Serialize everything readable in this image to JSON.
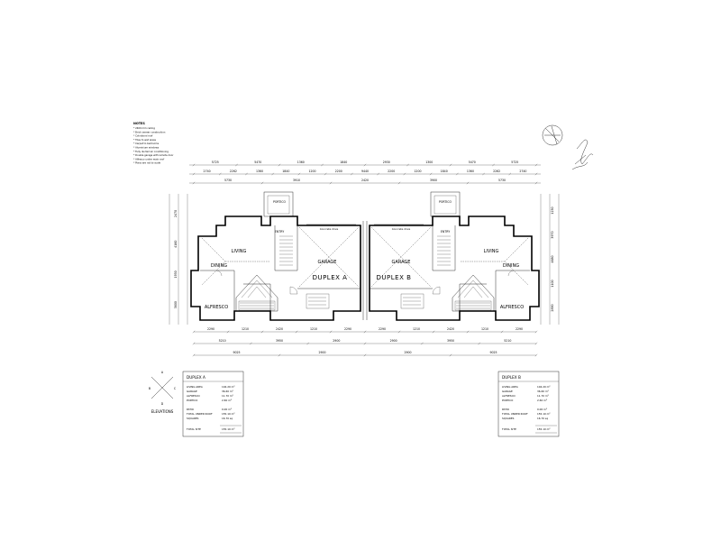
{
  "notes": {
    "heading": "NOTES",
    "lines": [
      "* 2400 mm ceiling",
      "* Brick veneer construction",
      "* Colorbond roof",
      "* Tiles to wet areas",
      "* Carpet to bedrooms",
      "* Aluminium windows",
      "* Fully ducted air conditioning",
      "* Double garage with remote door",
      "* Alfresco under main roof",
      "* Plans are not to scale"
    ]
  },
  "units": {
    "a_name": "DUPLEX A",
    "b_name": "DUPLEX B"
  },
  "rooms": {
    "living": "LIVING",
    "dining": "DINING",
    "garage": "GARAGE",
    "alfresco": "ALFRESCO",
    "entry": "ENTRY",
    "portico": "PORTICO",
    "driveway": "Concrete drive"
  },
  "dims": {
    "top_row1": [
      "5725",
      "5470",
      "1360",
      "1840",
      "2930",
      "1300",
      "5470",
      "5725"
    ],
    "top_row2": [
      "2740",
      "2262",
      "1360",
      "1840",
      "1200",
      "2200",
      "9440",
      "2200",
      "1200",
      "1840",
      "1360",
      "2262",
      "2740"
    ],
    "top_row3": [
      "5730",
      "3910",
      "2420",
      "3900",
      "5730"
    ],
    "bot_row1": [
      "2290",
      "1210",
      "2420",
      "1210",
      "2290",
      "2290",
      "1210",
      "2420",
      "1210",
      "2290"
    ],
    "bot_row2": [
      "5210",
      "3950",
      "2900",
      "2900",
      "3950",
      "5210"
    ],
    "bot_row3": [
      "9025",
      "2900",
      "2900",
      "9025"
    ],
    "left_side": [
      "2470",
      "4160",
      "1930",
      "3800"
    ],
    "right_side": [
      "1230",
      "3970",
      "4680",
      "1100",
      "2890"
    ]
  },
  "legend": {
    "title": "ELEVATIONS",
    "letters": [
      "A",
      "B",
      "C",
      "D"
    ]
  },
  "table_a": {
    "title": "DUPLEX A",
    "rows": [
      [
        "LIVING AREA",
        "104.20 m²"
      ],
      [
        "GARAGE",
        "36.60 m²"
      ],
      [
        "ALFRESCO",
        "11.70 m²"
      ],
      [
        "PORTICO",
        "2.60 m²"
      ],
      [
        "",
        ""
      ],
      [
        "PATIO",
        "0.00 m²"
      ],
      [
        "TOTAL UNDER ROOF",
        "155.10 m²"
      ],
      [
        "SQUARES",
        "16.70 sq"
      ]
    ],
    "total_label": "TOTAL SITE",
    "total_value": "155.10 m²"
  },
  "table_b": {
    "title": "DUPLEX B",
    "rows": [
      [
        "LIVING AREA",
        "104.20 m²"
      ],
      [
        "GARAGE",
        "36.60 m²"
      ],
      [
        "ALFRESCO",
        "11.70 m²"
      ],
      [
        "PORTICO",
        "2.60 m²"
      ],
      [
        "",
        ""
      ],
      [
        "PATIO",
        "0.00 m²"
      ],
      [
        "TOTAL UNDER ROOF",
        "155.10 m²"
      ],
      [
        "SQUARES",
        "16.70 sq"
      ]
    ],
    "total_label": "TOTAL SITE",
    "total_value": "155.10 m²"
  }
}
